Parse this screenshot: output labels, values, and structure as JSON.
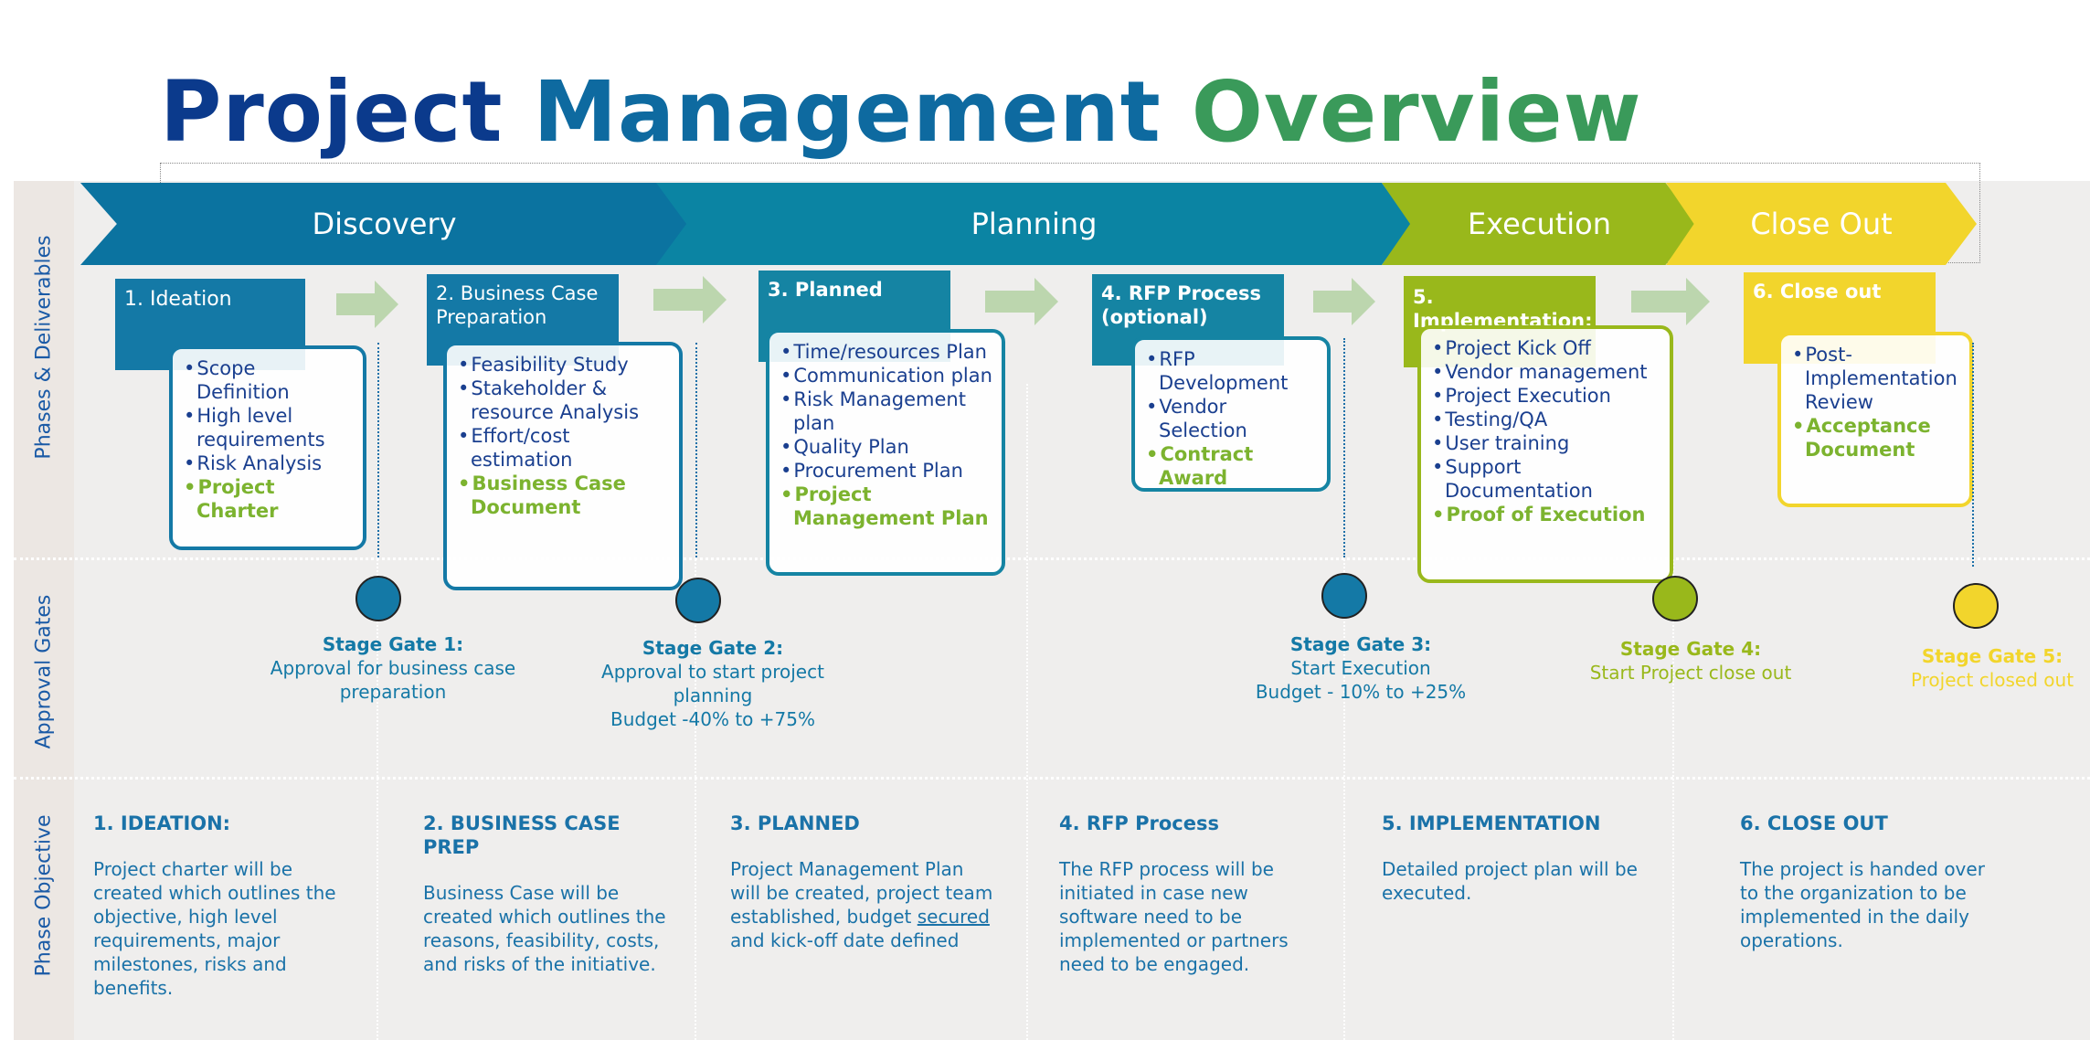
{
  "title": {
    "part1": "Project ",
    "part2": "Management ",
    "part3": "Overview"
  },
  "row_labels": {
    "phases": "Phases & Deliverables",
    "gates": "Approval Gates",
    "objective": "Phase Objective"
  },
  "stages": [
    {
      "label": "Discovery",
      "color": "#0b73a0"
    },
    {
      "label": "Planning",
      "color": "#0b84a3"
    },
    {
      "label": "Execution",
      "color": "#99b81b"
    },
    {
      "label": "Close Out",
      "color": "#f2d52c"
    }
  ],
  "phases": [
    {
      "title": "1. Ideation",
      "color": "#1479a6",
      "deliverables": [
        "Scope Definition",
        "High level requirements",
        "Risk Analysis"
      ],
      "highlight": "Project Charter"
    },
    {
      "title": "2. Business Case Preparation",
      "color": "#1479a6",
      "deliverables": [
        "Feasibility Study",
        "Stakeholder & resource Analysis",
        "Effort/cost estimation"
      ],
      "highlight": "Business Case Document"
    },
    {
      "title": "3. Planned",
      "color": "#1584a3",
      "deliverables": [
        "Time/resources Plan",
        "Communication plan",
        "Risk Management plan",
        "Quality Plan",
        "Procurement Plan"
      ],
      "highlight": "Project Management Plan"
    },
    {
      "title": "4. RFP Process (optional)",
      "color": "#1584a3",
      "deliverables": [
        "RFP Development",
        "Vendor Selection"
      ],
      "highlight": "Contract Award"
    },
    {
      "title": "5. Implementation:",
      "color": "#99b81b",
      "deliverables": [
        "Project Kick Off",
        "Vendor management",
        "Project Execution",
        "Testing/QA",
        "User training",
        "Support Documentation"
      ],
      "highlight": "Proof of Execution"
    },
    {
      "title": "6. Close out",
      "color": "#f2d52c",
      "deliverables": [
        "Post-Implementation Review"
      ],
      "highlight": "Acceptance Document"
    }
  ],
  "gates": [
    {
      "title": "Stage Gate 1:",
      "lines": [
        "Approval for business case",
        "preparation"
      ],
      "color": "#1479a6"
    },
    {
      "title": "Stage Gate 2:",
      "lines": [
        "Approval to start project",
        "planning",
        "Budget -40% to +75%"
      ],
      "color": "#1479a6"
    },
    {
      "title": "Stage Gate 3:",
      "lines": [
        "Start Execution",
        "Budget - 10% to +25%"
      ],
      "color": "#1479a6"
    },
    {
      "title": "Stage Gate 4:",
      "lines": [
        "Start Project close out"
      ],
      "color": "#99b81b"
    },
    {
      "title": "Stage Gate 5:",
      "lines": [
        "Project closed out"
      ],
      "color": "#f2d52c"
    }
  ],
  "objectives": [
    {
      "heading": "1. IDEATION:",
      "text": "Project charter will be created which outlines the objective, high level requirements, major milestones, risks and benefits."
    },
    {
      "heading": "2. BUSINESS CASE PREP",
      "text": "Business Case will be created which outlines the reasons, feasibility, costs, and risks of the initiative."
    },
    {
      "heading": "3. PLANNED",
      "text_before": "Project Management Plan will be created, project team established, budget ",
      "text_underlined": "secured",
      "text_after": " and kick-off date defined"
    },
    {
      "heading": "4. RFP Process",
      "text": "The RFP process will be initiated in case new software need to be implemented or partners need to be engaged."
    },
    {
      "heading": "5. IMPLEMENTATION",
      "text": "Detailed project plan will be executed."
    },
    {
      "heading": "6. CLOSE OUT",
      "text": "The project is handed over to the organization to be implemented in the daily operations."
    }
  ]
}
